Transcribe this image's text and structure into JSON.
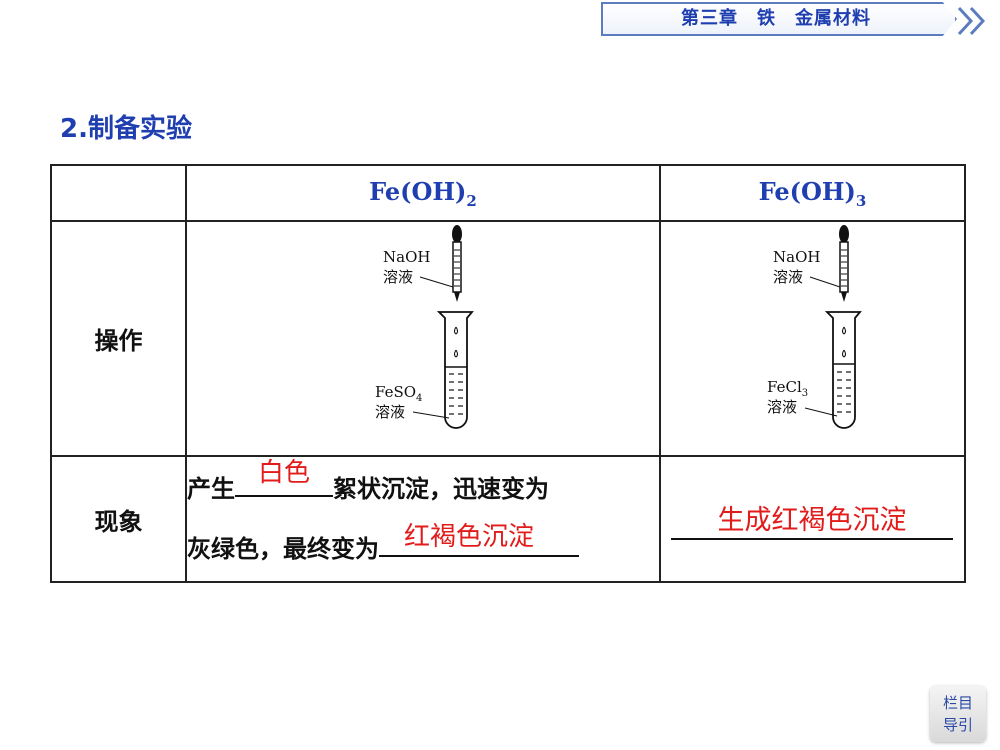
{
  "header": {
    "chapter_title": "第三章　铁　金属材料",
    "accent_color": "#1f3fb0"
  },
  "section": {
    "title": "2.制备实验"
  },
  "table": {
    "columns": [
      {
        "label": "",
        "formula": ""
      },
      {
        "label": "Fe(OH)2",
        "formula_base": "Fe(OH)",
        "formula_sub": "2"
      },
      {
        "label": "Fe(OH)3",
        "formula_base": "Fe(OH)",
        "formula_sub": "3"
      }
    ],
    "rows": {
      "operation": {
        "label": "操作",
        "fe2_diagram": {
          "dropper_label_1": "NaOH",
          "dropper_label_2": "溶液",
          "tube_label_1": "FeSO",
          "tube_label_sub": "4",
          "tube_label_2": "溶液"
        },
        "fe3_diagram": {
          "dropper_label_1": "NaOH",
          "dropper_label_2": "溶液",
          "tube_label_1": "FeCl",
          "tube_label_sub": "3",
          "tube_label_2": "溶液"
        }
      },
      "phenomenon": {
        "label": "现象",
        "fe2_text_1": "产生",
        "fe2_answer_1": "白色",
        "fe2_text_2": "絮状沉淀，迅速变为",
        "fe2_text_3": "灰绿色，最终变为",
        "fe2_answer_2": "红褐色沉淀",
        "fe3_answer": "生成红褐色沉淀",
        "answer_color": "#e21b1b"
      }
    }
  },
  "nav_button": {
    "line1": "栏目",
    "line2": "导引"
  }
}
